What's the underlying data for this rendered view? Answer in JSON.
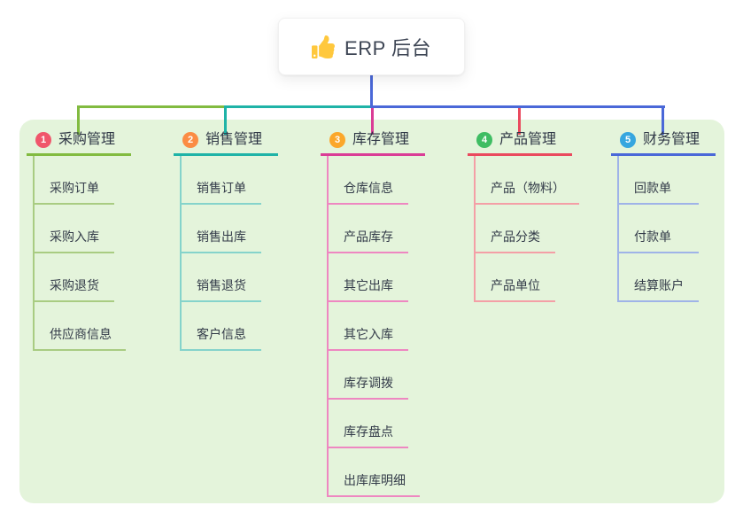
{
  "root": {
    "title": "ERP 后台",
    "icon": "thumbs-up"
  },
  "panel_color": "#E4F4DB",
  "connector_color": "#4A68D8",
  "branches": [
    {
      "num": "1",
      "title": "采购管理",
      "colors": {
        "badge": "#F0566B",
        "line": "#82BB40",
        "light": "#A9CC82"
      },
      "children": [
        "采购订单",
        "采购入库",
        "采购退货",
        "供应商信息"
      ]
    },
    {
      "num": "2",
      "title": "销售管理",
      "colors": {
        "badge": "#FB8C44",
        "line": "#1FB3A7",
        "light": "#85D3CB"
      },
      "children": [
        "销售订单",
        "销售出库",
        "销售退货",
        "客户信息"
      ]
    },
    {
      "num": "3",
      "title": "库存管理",
      "colors": {
        "badge": "#FBA72B",
        "line": "#DA3D96",
        "light": "#EE87C1"
      },
      "children": [
        "仓库信息",
        "产品库存",
        "其它出库",
        "其它入库",
        "库存调拨",
        "库存盘点",
        "出库库明细"
      ]
    },
    {
      "num": "4",
      "title": "产品管理",
      "colors": {
        "badge": "#3FBD63",
        "line": "#EA4A5E",
        "light": "#F49FA6"
      },
      "children": [
        "产品（物料）",
        "产品分类",
        "产品单位"
      ]
    },
    {
      "num": "5",
      "title": "财务管理",
      "colors": {
        "badge": "#36A6DF",
        "line": "#4A68D8",
        "light": "#9FB3E8"
      },
      "children": [
        "回款单",
        "付款单",
        "结算账户"
      ]
    }
  ]
}
